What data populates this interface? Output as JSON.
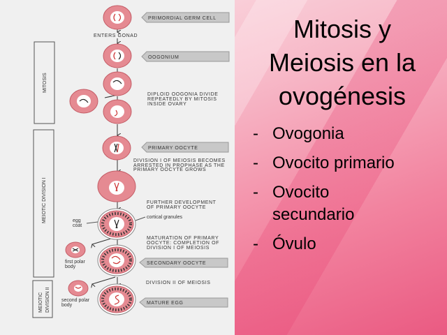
{
  "title": {
    "line1": "Mitosis y",
    "line2": "Meiosis en la",
    "line3": "ovogénesis"
  },
  "bullets": [
    {
      "dash": "-",
      "lines": [
        "Ovogonia"
      ]
    },
    {
      "dash": "-",
      "lines": [
        "Ovocito primario"
      ]
    },
    {
      "dash": "-",
      "lines": [
        "Ovocito",
        "secundario"
      ]
    },
    {
      "dash": "-",
      "lines": [
        "Óvulo"
      ]
    }
  ],
  "diagram": {
    "stages": {
      "mitosis": "MITOSIS",
      "meiotic1": "MEIOTIC DIVISION I",
      "meiotic2_l1": "MEIOTIC",
      "meiotic2_l2": "DIVISION II"
    },
    "tags": {
      "primordial": "PRIMORDIAL GERM CELL",
      "oogonium": "OOGONIUM",
      "primary": "PRIMARY OOCYTE",
      "secondary": "SECONDARY OOCYTE",
      "mature": "MATURE EGG"
    },
    "notes": {
      "enters": "ENTERS GONAD",
      "diploid": [
        "DIPLOID OOGONIA DIVIDE",
        "REPEATEDLY BY MITOSIS",
        "INSIDE OVARY"
      ],
      "division1": [
        "DIVISION I OF MEIOSIS BECOMES",
        "ARRESTED IN PROPHASE AS THE",
        "PRIMARY OOCYTE GROWS"
      ],
      "further": [
        "FURTHER DEVELOPMENT",
        "OF PRIMARY OOCYTE"
      ],
      "maturation": [
        "MATURATION OF PRIMARY",
        "OOCYTE:  COMPLETION OF",
        "DIVISION I OF MEIOSIS"
      ],
      "division2": "DIVISION II OF MEIOSIS",
      "cortical": "cortical granules",
      "eggcoat": [
        "egg",
        "coat"
      ],
      "first_polar": [
        "first polar",
        "body"
      ],
      "second_polar": [
        "second polar",
        "body"
      ]
    }
  },
  "colors": {
    "cell": "#e58a92",
    "tag": "#c8c8c8"
  }
}
